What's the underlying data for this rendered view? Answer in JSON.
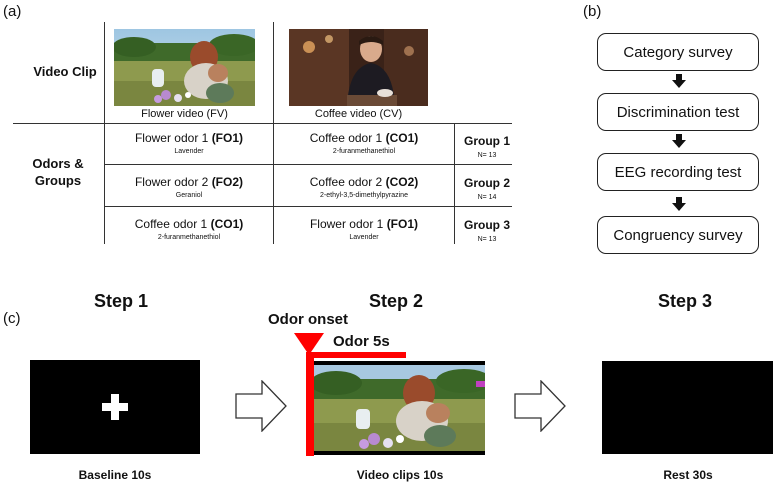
{
  "panel_a": {
    "label": "(a)",
    "row_video_label": "Video Clip",
    "row_odor_label_line1": "Odors &",
    "row_odor_label_line2": "Groups",
    "flower_video_caption": "Flower video (FV)",
    "coffee_video_caption": "Coffee video (CV)",
    "rows": [
      {
        "fv_name": "Flower odor 1",
        "fv_code": "(FO1)",
        "fv_sub": "Lavender",
        "cv_name": "Coffee odor 1",
        "cv_code": "(CO1)",
        "cv_sub": "2-furanmethanethiol",
        "group": "Group 1",
        "n": "N= 13"
      },
      {
        "fv_name": "Flower odor 2",
        "fv_code": "(FO2)",
        "fv_sub": "Geraniol",
        "cv_name": "Coffee odor 2",
        "cv_code": "(CO2)",
        "cv_sub": "2-ethyl-3,5-dimethylpyrazine",
        "group": "Group 2",
        "n": "N= 14"
      },
      {
        "fv_name": "Coffee odor 1",
        "fv_code": "(CO1)",
        "fv_sub": "2-furanmethanethiol",
        "cv_name": "Flower odor 1",
        "cv_code": "(FO1)",
        "cv_sub": "Lavender",
        "group": "Group 3",
        "n": "N= 13"
      }
    ]
  },
  "panel_b": {
    "label": "(b)",
    "steps": [
      "Category survey",
      "Discrimination test",
      "EEG recording test",
      "Congruency survey"
    ]
  },
  "panel_c": {
    "label": "(c)",
    "step1_title": "Step 1",
    "step2_title": "Step 2",
    "step3_title": "Step 3",
    "odor_onset": "Odor onset",
    "odor_duration": "Odor 5s",
    "baseline_caption": "Baseline 10s",
    "video_caption": "Video clips 10s",
    "rest_caption": "Rest 30s"
  },
  "colors": {
    "odor_marker": "#ff0000",
    "screen": "#000000"
  }
}
